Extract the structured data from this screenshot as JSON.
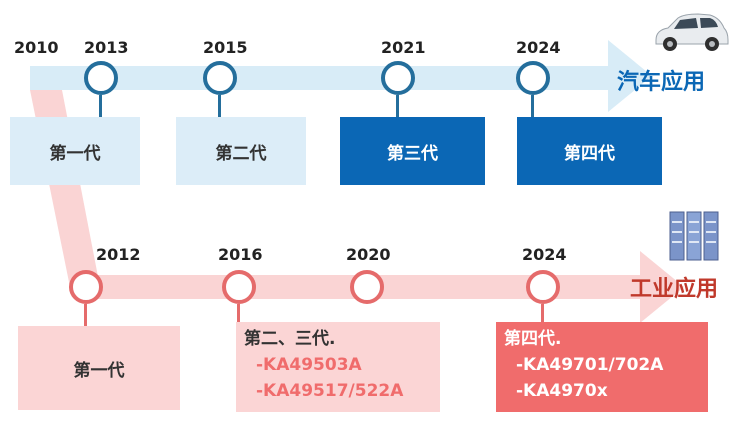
{
  "automotive": {
    "label": "汽车应用",
    "start_year": "2010",
    "milestones": [
      {
        "year": "2013",
        "generation": "第一代"
      },
      {
        "year": "2015",
        "generation": "第二代"
      },
      {
        "year": "2021",
        "generation": "第三代"
      },
      {
        "year": "2024",
        "generation": "第四代"
      }
    ],
    "icon": "car-icon"
  },
  "industrial": {
    "label": "工业应用",
    "milestones": [
      {
        "year": "2012",
        "generation": "第一代"
      },
      {
        "year": "2016",
        "generation": "第二、三代.",
        "items": [
          "-KA49503A",
          "-KA49517/522A"
        ]
      },
      {
        "year": "2020"
      },
      {
        "year": "2024",
        "generation": "第四代.",
        "items": [
          "-KA49701/702A",
          "-KA4970x"
        ]
      }
    ],
    "icon": "server-rack-icon"
  },
  "colors": {
    "auto_band": "#d8ecf7",
    "auto_accent": "#0b67b5",
    "ind_band": "#fad4d4",
    "ind_accent": "#f06c6c"
  }
}
